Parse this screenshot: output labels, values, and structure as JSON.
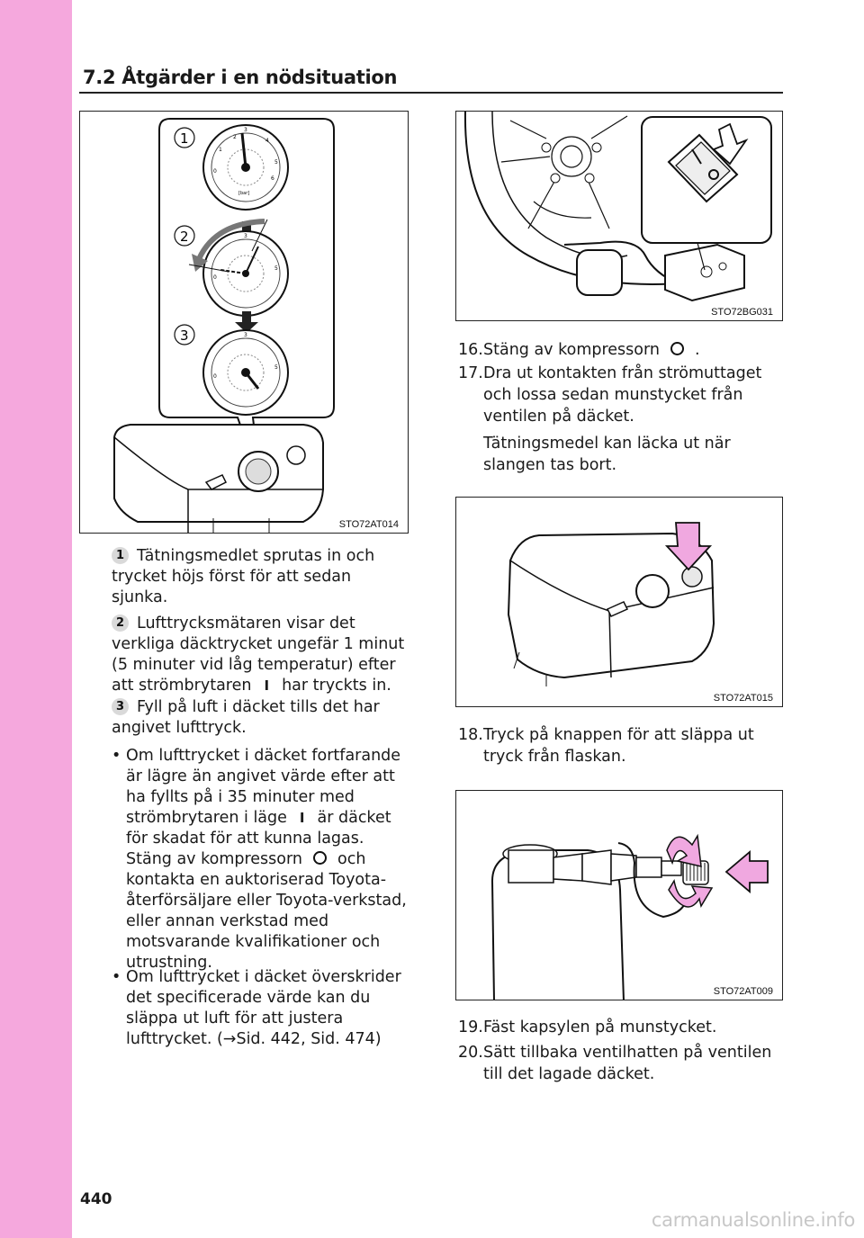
{
  "header": {
    "section_title": "7.2  Åtgärder i en nödsituation"
  },
  "figures": {
    "fig1": {
      "code": "STO72AT014",
      "callouts": [
        "1",
        "2",
        "3"
      ],
      "gauge_label": "[bar]"
    },
    "fig2": {
      "code": "STO72BG031"
    },
    "fig3": {
      "code": "STO72AT015"
    },
    "fig4": {
      "code": "STO72AT009"
    }
  },
  "captions": {
    "c1": {
      "num": "1",
      "text": "Tätningsmedlet sprutas in och trycket höjs först för att sedan sjunka."
    },
    "c2": {
      "num": "2",
      "text_a": "Lufttrycksmätaren visar det verkliga däcktrycket ungefär 1 minut (5 minuter vid låg temperatur) efter att strömbrytaren",
      "symbol": "I",
      "text_b": "har tryckts in."
    },
    "c3": {
      "num": "3",
      "text": "Fyll på luft i däcket tills det har angivet lufttryck."
    }
  },
  "bullets": {
    "b1": {
      "marker": "•",
      "text_a": "Om lufttrycket i däcket fortfarande är lägre än angivet värde efter att ha fyllts på i 35 minuter med strömbrytaren i läge",
      "symbol": "I",
      "text_b": "är däcket för skadat för att kunna lagas. Stäng av kompressorn",
      "text_c": "och kontakta en auktoriserad Toyota-återförsäljare eller Toyota-verkstad, eller annan verkstad med motsvarande kvalifikationer och utrustning."
    },
    "b2": {
      "marker": "•",
      "text": "Om lufttrycket i däcket överskrider det specificerade värde kan du släppa ut luft för att justera lufttrycket. (→Sid. 442, Sid. 474)"
    }
  },
  "steps": {
    "s16": {
      "num": "16.",
      "text_a": "Stäng av kompressorn",
      "text_b": "."
    },
    "s17": {
      "num": "17.",
      "text": "Dra ut kontakten från strömuttaget och lossa sedan munstycket från ventilen på däcket.",
      "note": "Tätningsmedel kan läcka ut när slangen tas bort."
    },
    "s18": {
      "num": "18.",
      "text": "Tryck på knappen för att släppa ut tryck från flaskan."
    },
    "s19": {
      "num": "19.",
      "text": "Fäst kapsylen på munstycket."
    },
    "s20": {
      "num": "20.",
      "text": "Sätt tillbaka ventilhatten på ventilen till det lagade däcket."
    }
  },
  "footer": {
    "page_number": "440",
    "watermark": "carmanualsonline.info"
  },
  "colors": {
    "side_bar": "#f5a8dd",
    "arrow_pink": "#f0a8e0",
    "rule": "#222222"
  }
}
